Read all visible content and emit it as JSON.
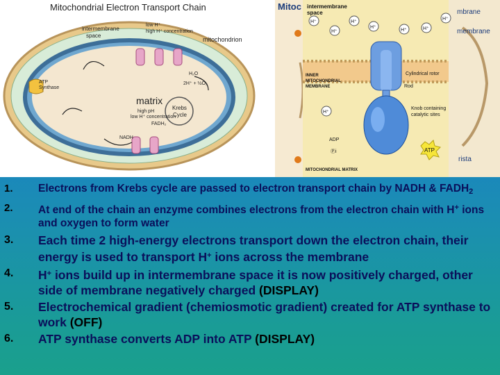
{
  "figure_left": {
    "title": "Mitochondrial Electron Transport Chain",
    "labels": {
      "intermembrane": "intermembrane",
      "space": "space",
      "low_h": "low H⁺",
      "high_h": "high H⁺ concentration",
      "mitochondrion": "mitochondrion",
      "atp": "ATP",
      "synthase": "Synthase",
      "matrix": "matrix",
      "high_ph": "high pH",
      "low_h_conc": "low H⁺ concentration",
      "krebs": "Krebs",
      "cycle": "Cycle",
      "h2o": "H₂O",
      "fadh2": "FADH₂",
      "nadh": "NADH",
      "two_h_half_o2": "2H⁺ + ½O₂"
    }
  },
  "figure_right": {
    "title_cut": "Mitoc",
    "intermembrane_space": [
      "intermembrane",
      "space"
    ],
    "h_plus": "H⁺",
    "membrane_right1": "mbrane",
    "membrane_right2": "membrane",
    "inner_membrane": [
      "INNER",
      "MITOCHONDRIAL",
      "MEMBRANE"
    ],
    "cylindrical_rotor": "Cylindrical rotor",
    "rod": "Rod",
    "knob": [
      "Knob containing",
      "catalytic sites"
    ],
    "adp": "ADP",
    "pi": "Ⓟi",
    "atp": "ATP",
    "matrix_label": "MITOCHONDRIAL MATRIX",
    "crista_cut": "rista"
  },
  "list": {
    "items": [
      {
        "num": "1.",
        "text": "Electrons from Krebs cycle are passed to electron transport chain by NADH & FADH",
        "sub": "2"
      },
      {
        "num": "2.",
        "text_a": "At end of the chain an enzyme combines electrons from the electron chain with H",
        "sup": "+",
        "text_b": " ions and oxygen to form water"
      },
      {
        "num": "3.",
        "text_a": "Each time 2 high-energy electrons transport down the electron chain, their energy is used to transport H",
        "sup": "+",
        "text_b": " ions across the membrane"
      },
      {
        "num": "4.",
        "text_a": "H",
        "sup": "+",
        "text_b": " ions build up in intermembrane space it is now positively charged, other side of membrane negatively charged ",
        "note": "(DISPLAY)"
      },
      {
        "num": "5.",
        "text_a": "Electrochemical gradient (chemiosmotic gradient) created for ATP synthase to work ",
        "note": "(OFF)"
      },
      {
        "num": "6.",
        "text_a": "ATP synthase converts ADP into ATP ",
        "note": "(DISPLAY)"
      }
    ]
  }
}
